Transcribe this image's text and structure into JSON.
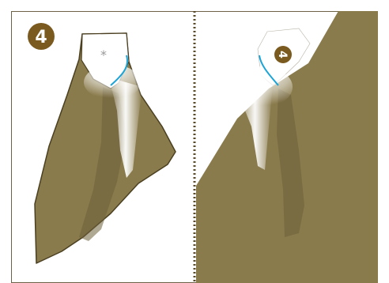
{
  "panels": [
    {
      "step_label": "4",
      "orientation": "upright"
    },
    {
      "step_label": "4",
      "orientation": "rotated"
    }
  ],
  "colors": {
    "fill": "#8a7b4c",
    "fill_shadow": "#6d603a",
    "outline": "#4a3f20",
    "badge": "#7a5a1e",
    "badge_text": "#ffffff",
    "cut_line": "#1aa3d6",
    "divider": "#5a4a2a",
    "frame": "#6d6148"
  },
  "icons": {
    "center_mark": "asterisk-icon",
    "step_badge": "numbered-circle-icon"
  },
  "center_glyph": "*"
}
